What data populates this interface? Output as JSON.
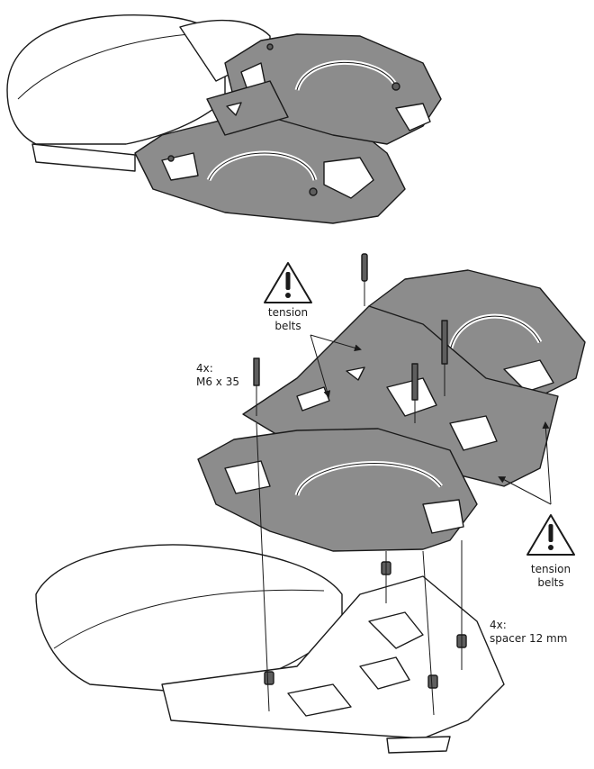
{
  "labels": {
    "tension_belts_top": [
      "tension",
      "belts"
    ],
    "screw_callout": [
      "4x:",
      "M6 x 35"
    ],
    "tension_belts_right": [
      "tension",
      "belts"
    ],
    "spacer_callout": [
      "4x:",
      "spacer 12 mm"
    ]
  },
  "icons": [
    "warning-triangle-icon",
    "warning-triangle-icon"
  ],
  "colors": {
    "plate": "#8c8c8c",
    "plate_dark": "#5e5e5e",
    "line": "#1a1a1a",
    "seat": "#ffffff"
  }
}
